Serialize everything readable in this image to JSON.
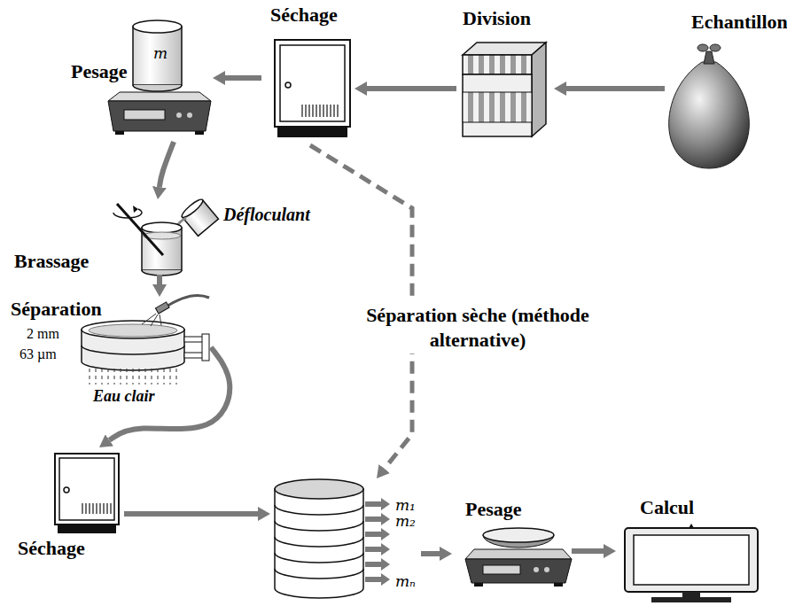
{
  "diagram": {
    "nodes": [
      {
        "text": [
          "Echantillon"
        ]
      },
      {
        "text": [
          "Division"
        ]
      },
      {
        "text": [
          "Séchage"
        ]
      },
      {
        "text": [
          "Pesage",
          "m"
        ]
      },
      {
        "text": [
          "Brassage"
        ]
      },
      {
        "text": [
          "Séparation",
          "2 mm",
          "63 µm",
          "Eau clair"
        ]
      },
      {
        "text": [
          "Séchage"
        ]
      },
      {
        "text": [
          "m₁",
          "m₂",
          "mₙ"
        ]
      },
      {
        "text": [
          "Pesage"
        ]
      },
      {
        "text": [
          "Calcul"
        ]
      }
    ],
    "edges": [
      {
        "from": 0,
        "to": 1,
        "arrow": "to"
      },
      {
        "from": 1,
        "to": 2,
        "arrow": "to"
      },
      {
        "from": 2,
        "to": 3,
        "arrow": "to"
      },
      {
        "from": 3,
        "to": 4,
        "arrow": "to"
      },
      {
        "from": 4,
        "to": 5,
        "arrow": "to"
      },
      {
        "from": 5,
        "to": 6,
        "arrow": "to"
      },
      {
        "from": 6,
        "to": 7,
        "arrow": "to"
      },
      {
        "from": 2,
        "to": 7,
        "label": "Séparation sèche (méthode alternative)",
        "arrow": "to"
      },
      {
        "from": 7,
        "to": 8,
        "arrow": "to"
      },
      {
        "from": 8,
        "to": 9,
        "arrow": "to"
      }
    ],
    "labels": [
      "Défloculant"
    ]
  }
}
